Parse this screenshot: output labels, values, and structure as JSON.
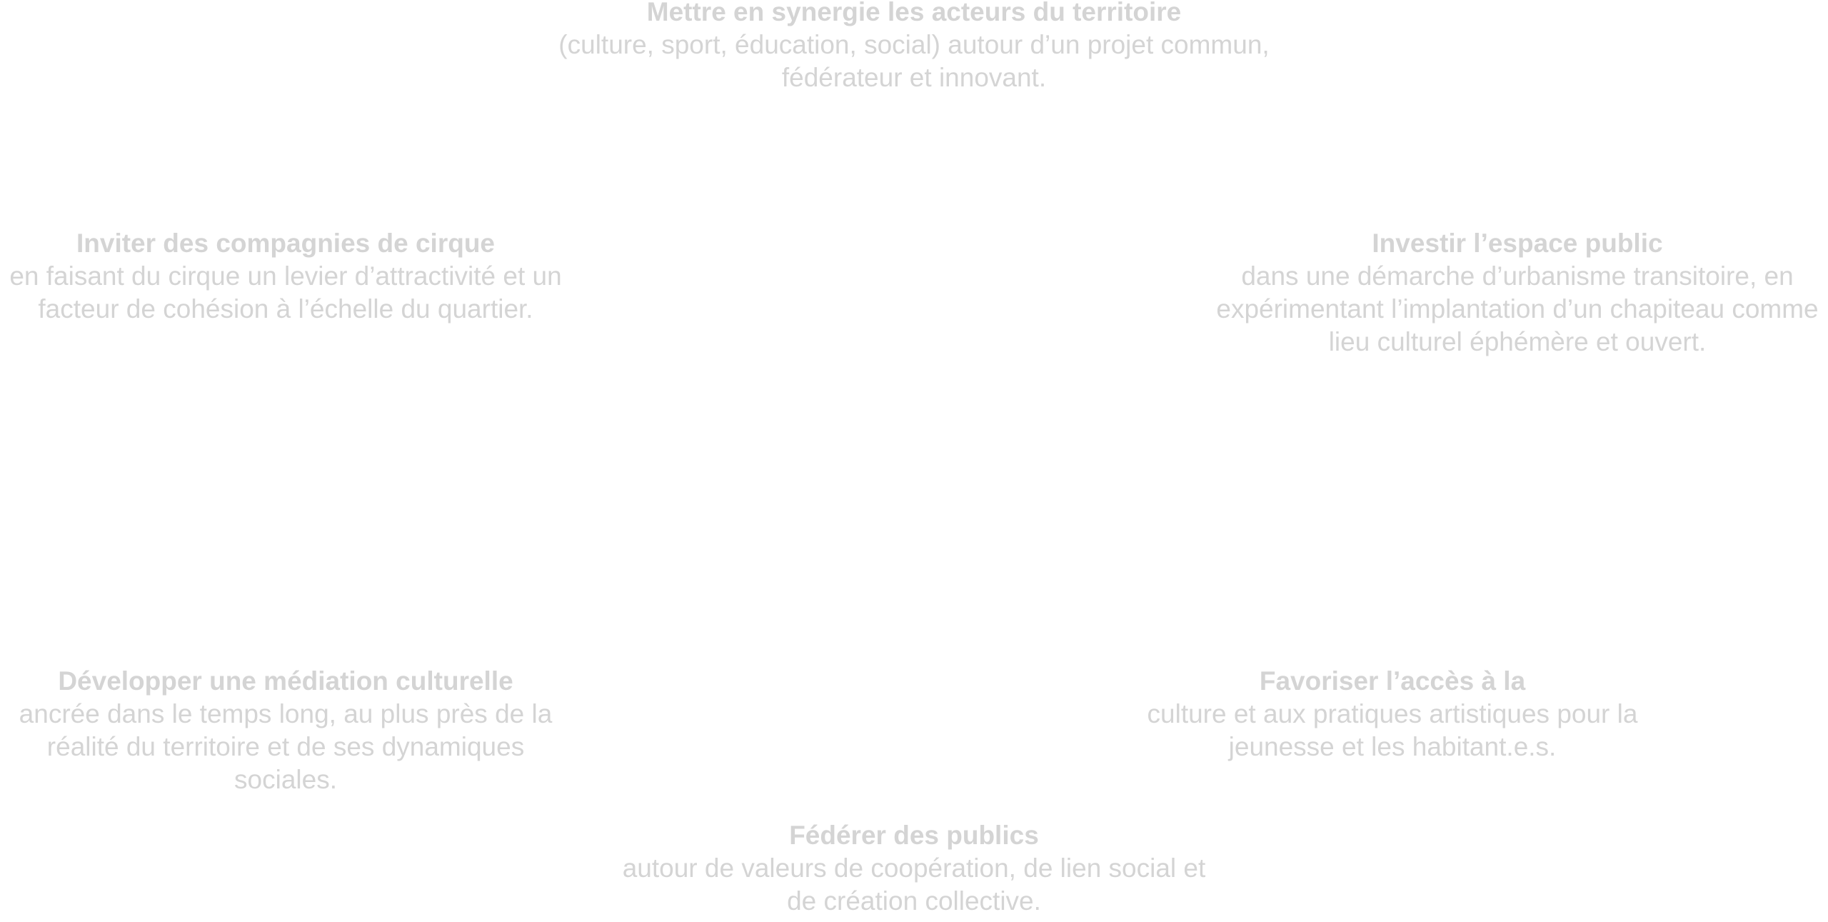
{
  "objectives": [
    {
      "title": "Mettre en synergie les acteurs du territoire",
      "body": "(culture, sport, éducation, social) autour d’un projet commun, fédérateur et innovant."
    },
    {
      "title": "Inviter des compagnies de cirque",
      "body": "en faisant du cirque un levier d’attractivité et un facteur de cohésion à l’échelle du quartier."
    },
    {
      "title": "Investir l’espace public",
      "body": "dans une démarche d’urbanisme transitoire, en expérimentant l’implantation d’un chapiteau comme lieu culturel éphémère et ouvert."
    },
    {
      "title": "Développer une médiation culturelle",
      "body": "ancrée dans le temps long, au plus près de la réalité du territoire et de ses dynamiques sociales."
    },
    {
      "title": "Favoriser l’accès à la",
      "body": "culture et aux pratiques artistiques pour la jeunesse et les habitant.e.s."
    },
    {
      "title": "Fédérer des publics",
      "body": "autour de valeurs de coopération, de lien social et de création collective."
    }
  ]
}
